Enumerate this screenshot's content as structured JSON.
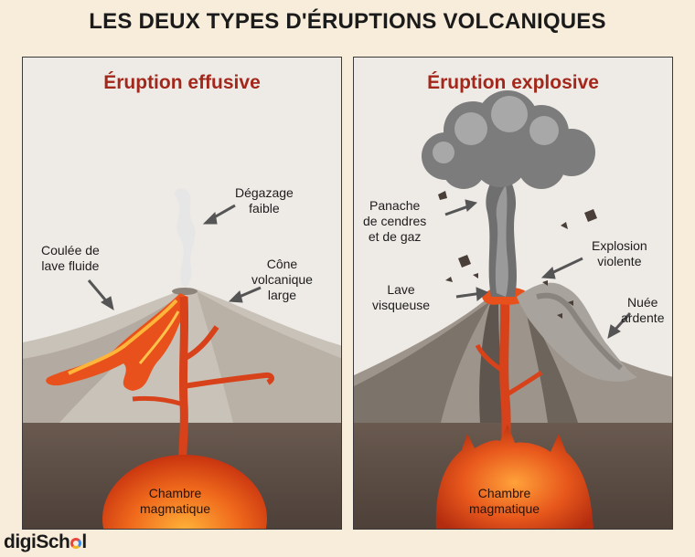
{
  "title": "LES DEUX TYPES D'ÉRUPTIONS VOLCANIQUES",
  "panels": {
    "effusive": {
      "title": "Éruption effusive",
      "labels": {
        "degazage": "Dégazage\nfaible",
        "coulee": "Coulée de\nlave fluide",
        "cone": "Cône\nvolcanique\nlarge",
        "chambre": "Chambre\nmagmatique"
      }
    },
    "explosive": {
      "title": "Éruption explosive",
      "labels": {
        "panache": "Panache\nde cendres\net de gaz",
        "explosion": "Explosion\nviolente",
        "lave": "Lave\nvisqueuse",
        "nuee": "Nuée\nardente",
        "chambre": "Chambre\nmagmatique"
      }
    }
  },
  "logo": {
    "prefix": "digiSch",
    "suffix": "l"
  },
  "colors": {
    "title_accent": "#a3281b",
    "lava": "#e8501c",
    "background": "#f7edda"
  }
}
